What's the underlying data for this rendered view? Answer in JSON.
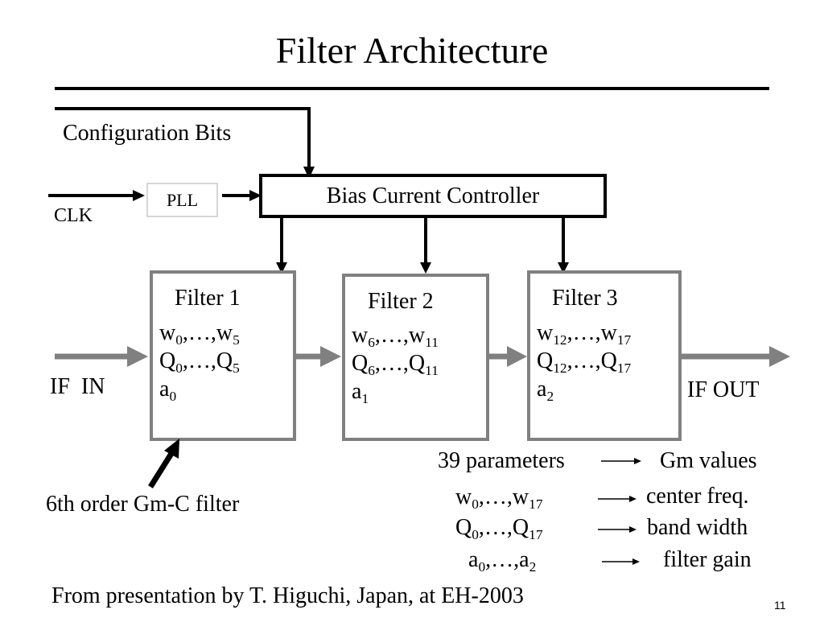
{
  "title": "Filter Architecture",
  "inputs": {
    "config_bits": "Configuration Bits",
    "clk": "CLK",
    "pll": "PLL",
    "bias_controller": "Bias Current Controller"
  },
  "filters": [
    {
      "name": "Filter 1",
      "w": {
        "a": "0",
        "b": "5"
      },
      "q": {
        "a": "0",
        "b": "5"
      },
      "gain": "0"
    },
    {
      "name": "Filter 2",
      "w": {
        "a": "6",
        "b": "11"
      },
      "q": {
        "a": "6",
        "b": "11"
      },
      "gain": "1"
    },
    {
      "name": "Filter 3",
      "w": {
        "a": "12",
        "b": "17"
      },
      "q": {
        "a": "12",
        "b": "17"
      },
      "gain": "2"
    }
  ],
  "labels": {
    "if_in": "IF  IN",
    "if_out": "IF OUT",
    "filter_note": "6th order Gm-C filter"
  },
  "mapping": {
    "parameters": "39 parameters",
    "gm_values": "Gm values",
    "w_range": {
      "a": "0",
      "b": "17"
    },
    "w_meaning": "center freq.",
    "q_range": {
      "a": "0",
      "b": "17"
    },
    "q_meaning": "band width",
    "a_range": {
      "a": "0",
      "b": "2"
    },
    "a_meaning": "filter gain"
  },
  "footer": {
    "credit": "From presentation by T. Higuchi, Japan, at EH-2003",
    "page_number": "11"
  }
}
